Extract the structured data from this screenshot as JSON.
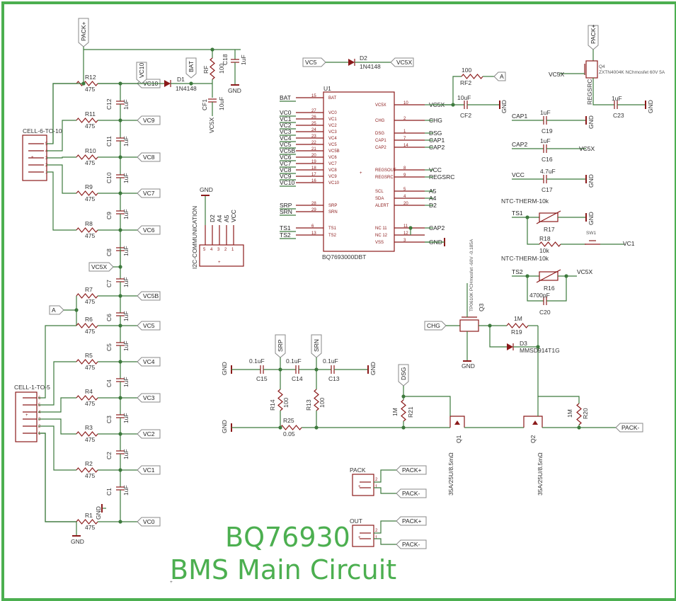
{
  "title": {
    "line1": "BQ76930",
    "line2": "BMS Main Circuit"
  },
  "colors": {
    "frame": "#4caf50",
    "wire": "#3d7a3d",
    "component": "#8b1a1a",
    "title": "#4caf50"
  },
  "ic": {
    "ref": "U1",
    "part": "BQ7693000DBT",
    "left_pins": [
      {
        "net": "BAT",
        "num": "15",
        "name": "BAT"
      },
      {
        "net": "VC0",
        "num": "27",
        "name": "VC0"
      },
      {
        "net": "VC1",
        "num": "26",
        "name": "VC1"
      },
      {
        "net": "VC2",
        "num": "25",
        "name": "VC2"
      },
      {
        "net": "VC3",
        "num": "24",
        "name": "VC3"
      },
      {
        "net": "VC4",
        "num": "23",
        "name": "VC4"
      },
      {
        "net": "VC5",
        "num": "22",
        "name": "VC5"
      },
      {
        "net": "VC5B",
        "num": "21",
        "name": "VC5B"
      },
      {
        "net": "VC6",
        "num": "20",
        "name": "VC6"
      },
      {
        "net": "VC7",
        "num": "19",
        "name": "VC7"
      },
      {
        "net": "VC8",
        "num": "18",
        "name": "VC8"
      },
      {
        "net": "VC9",
        "num": "17",
        "name": "VC9"
      },
      {
        "net": "VC10",
        "num": "16",
        "name": "VC10"
      },
      {
        "net": "SRP",
        "num": "28",
        "name": "SRP"
      },
      {
        "net": "SRN",
        "num": "29",
        "name": "SRN"
      },
      {
        "net": "TS1",
        "num": "6",
        "name": "TS1"
      },
      {
        "net": "TS2",
        "num": "13",
        "name": "TS2"
      }
    ],
    "right_pins": [
      {
        "net": "VC5X",
        "num": "10",
        "name": "VC5X"
      },
      {
        "net": "CHG",
        "num": "2",
        "name": "CHG"
      },
      {
        "net": "DSG",
        "num": "1",
        "name": "DSG"
      },
      {
        "net": "CAP1",
        "num": "7",
        "name": "CAP1"
      },
      {
        "net": "CAP2",
        "num": "14",
        "name": "CAP2"
      },
      {
        "net": "VCC",
        "num": "8",
        "name": "REGSOUT"
      },
      {
        "net": "REGSRC",
        "num": "9",
        "name": "REGSRC"
      },
      {
        "net": "A5",
        "num": "5",
        "name": "SCL"
      },
      {
        "net": "A4",
        "num": "4",
        "name": "SDA"
      },
      {
        "net": "D2",
        "num": "20",
        "name": "ALERT"
      },
      {
        "net": "CAP2",
        "num": "11",
        "name": "NC 11"
      },
      {
        "net": "",
        "num": "12",
        "name": "NC 12"
      },
      {
        "net": "GND",
        "num": "3",
        "name": "VSS"
      }
    ]
  },
  "cell_6_10": {
    "connector": "CELL-6-TO-10",
    "pins": [
      "5",
      "4",
      "3",
      "2",
      "1"
    ],
    "resistors": [
      {
        "ref": "R12",
        "value": "475"
      },
      {
        "ref": "R11",
        "value": "475"
      },
      {
        "ref": "R10",
        "value": "475"
      },
      {
        "ref": "R9",
        "value": "475"
      },
      {
        "ref": "R8",
        "value": "475"
      }
    ],
    "caps": [
      {
        "ref": "C12",
        "value": "1uF"
      },
      {
        "ref": "C11",
        "value": "1uF"
      },
      {
        "ref": "C10",
        "value": "1uF"
      },
      {
        "ref": "C9",
        "value": "1uF"
      },
      {
        "ref": "C8",
        "value": "1uF"
      }
    ],
    "nets": [
      "VC10",
      "VC9",
      "VC8",
      "VC7",
      "VC6"
    ]
  },
  "cell_1_5": {
    "connector": "CELL-1-TO-5",
    "pins": [
      "6",
      "5",
      "4",
      "3",
      "2",
      "1"
    ],
    "resistors": [
      {
        "ref": "R7",
        "value": "475"
      },
      {
        "ref": "R6",
        "value": "475"
      },
      {
        "ref": "R5",
        "value": "475"
      },
      {
        "ref": "R4",
        "value": "475"
      },
      {
        "ref": "R3",
        "value": "475"
      },
      {
        "ref": "R2",
        "value": "475"
      },
      {
        "ref": "R1",
        "value": "475"
      }
    ],
    "caps": [
      {
        "ref": "C7",
        "value": "1uF"
      },
      {
        "ref": "C6",
        "value": "1uF"
      },
      {
        "ref": "C5",
        "value": "1uF"
      },
      {
        "ref": "C4",
        "value": "1uF"
      },
      {
        "ref": "C3",
        "value": "1uF"
      },
      {
        "ref": "C2",
        "value": "1uF"
      },
      {
        "ref": "C1",
        "value": "1uF"
      }
    ],
    "nets": [
      "VC5B",
      "VC5",
      "VC4",
      "VC3",
      "VC2",
      "VC1",
      "VC0"
    ],
    "gnd": "GND"
  },
  "tags": {
    "pack_plus": "PACK+",
    "vc10": "VC10",
    "bat": "BAT",
    "vc5x_mid": "VC5X",
    "a_left": "A",
    "vc5_top": "VC5",
    "vc5x_top": "VC5X",
    "a_right": "A",
    "chg": "CHG",
    "srp": "SRP",
    "srn": "SRN",
    "dsg": "DSG",
    "pack_minus": "PACK-",
    "pack_plus_2": "PACK+",
    "pack_minus_2": "PACK-",
    "pack_plus_3": "PACK+",
    "pack_minus_3": "PACK-"
  },
  "top_parts": {
    "d1": {
      "ref": "D1",
      "value": "1N4148"
    },
    "rf": {
      "ref": "RF",
      "value": "100"
    },
    "c18": {
      "ref": "C18",
      "value": "1uF"
    },
    "cf1": {
      "ref": "CF1",
      "value": "10uF"
    },
    "gnd": "GND",
    "vc5x_label": "VC5X"
  },
  "i2c": {
    "connector": "I2C-COMMUNICATION",
    "pins": [
      "5",
      "4",
      "3",
      "2",
      "1"
    ],
    "nets": [
      "GND",
      "D2",
      "A4",
      "A5",
      "VCC"
    ]
  },
  "right_parts": {
    "d2": {
      "ref": "D2",
      "value": "1N4148"
    },
    "rf2": {
      "ref": "RF2",
      "value": "100"
    },
    "cf2": {
      "ref": "CF2",
      "value": "10uF"
    },
    "q4": {
      "ref": "Q4",
      "value": "ZXTN4004K NChmosfet 60V 5A"
    },
    "vc5x": "VC5X",
    "regsrc": "REGSRC",
    "c23": {
      "ref": "C23",
      "value": "1uF"
    },
    "c19": {
      "ref": "C19",
      "value": "1uF",
      "net": "CAP1"
    },
    "c16": {
      "ref": "C16",
      "value": "1uF",
      "net": "CAP2",
      "net2": "VC5X"
    },
    "c17": {
      "ref": "C17",
      "value": "4.7uF",
      "net": "VCC"
    },
    "ntc1": {
      "title": "NTC-THERM-10k",
      "ref": "R17",
      "net": "TS1"
    },
    "r18": {
      "ref": "R18",
      "value": "10k"
    },
    "sw1": {
      "ref": "SW1",
      "net": "VC1"
    },
    "ntc2": {
      "title": "NTC-THERM-10k",
      "ref": "R16",
      "net": "TS2",
      "net2": "VC5X"
    },
    "c20": {
      "ref": "C20",
      "value": "4700pF"
    },
    "gnd": "GND"
  },
  "power": {
    "q3": {
      "ref": "Q3",
      "value": "TP0610K PCHmosfet -60V -0.185A"
    },
    "r19": {
      "ref": "R19",
      "value": "1M"
    },
    "d3": {
      "ref": "D3",
      "value": "MMSD914T1G"
    },
    "q1": {
      "ref": "Q1",
      "value": "35A/25U/8.5mΩ"
    },
    "q2": {
      "ref": "Q2",
      "value": "35A/25U/8.5mΩ"
    },
    "r21": {
      "ref": "R21",
      "value": "1M"
    },
    "r20": {
      "ref": "R20",
      "value": "1M"
    },
    "gnd": "GND"
  },
  "sense": {
    "c15": {
      "ref": "C15",
      "value": "0.1uF"
    },
    "c14": {
      "ref": "C14",
      "value": "0.1uF"
    },
    "c13": {
      "ref": "C13",
      "value": "0.1uF"
    },
    "r14": {
      "ref": "R14",
      "value": "100"
    },
    "r13": {
      "ref": "R13",
      "value": "100"
    },
    "r25": {
      "ref": "R25",
      "value": "0.05"
    },
    "gnd": "GND"
  },
  "connectors": {
    "pack": {
      "label": "PACK",
      "pins": [
        "2",
        "1"
      ]
    },
    "out": {
      "label": "OUT",
      "pins": [
        "2",
        "1"
      ]
    }
  }
}
